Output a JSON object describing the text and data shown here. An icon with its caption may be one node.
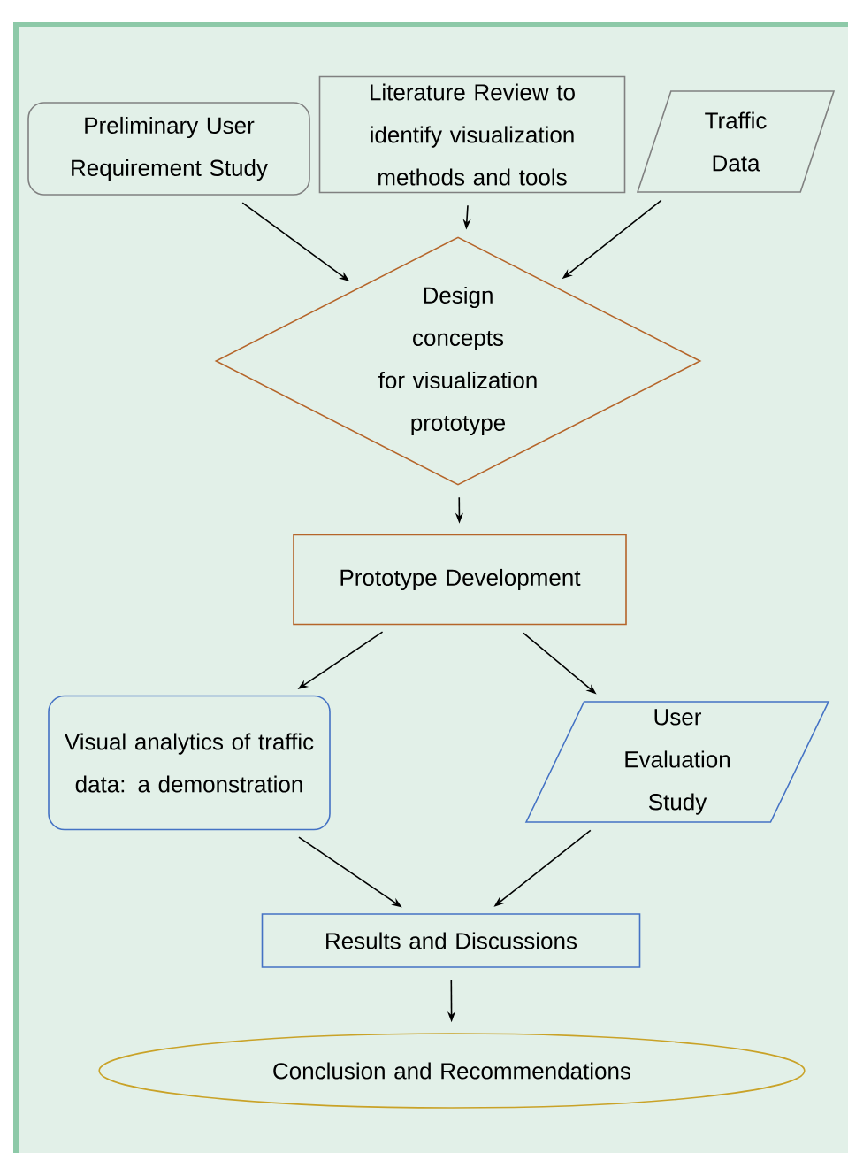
{
  "diagram": {
    "nodes": [
      {
        "text": [
          "Preliminary User Requirement Study"
        ]
      },
      {
        "text": [
          "Literature Review to identify visualization methods and tools"
        ]
      },
      {
        "text": [
          "Traffic Data"
        ]
      },
      {
        "text": [
          "Design concepts for visualization prototype"
        ]
      },
      {
        "text": [
          "Prototype Development"
        ]
      },
      {
        "text": [
          "Visual analytics of traffic data: a demonstration"
        ]
      },
      {
        "text": [
          "User Evaluation Study"
        ]
      },
      {
        "text": [
          "Results and Discussions"
        ]
      },
      {
        "text": [
          "Conclusion and Recommendations"
        ]
      }
    ],
    "edges": [
      {
        "from": 0,
        "to": 3,
        "arrow": "to"
      },
      {
        "from": 1,
        "to": 3,
        "arrow": "to"
      },
      {
        "from": 2,
        "to": 3,
        "arrow": "to"
      },
      {
        "from": 3,
        "to": 4,
        "arrow": "to"
      },
      {
        "from": 4,
        "to": 5,
        "arrow": "to"
      },
      {
        "from": 4,
        "to": 6,
        "arrow": "to"
      },
      {
        "from": 5,
        "to": 7,
        "arrow": "to"
      },
      {
        "from": 6,
        "to": 7,
        "arrow": "to"
      },
      {
        "from": 7,
        "to": 8,
        "arrow": "to"
      }
    ]
  }
}
